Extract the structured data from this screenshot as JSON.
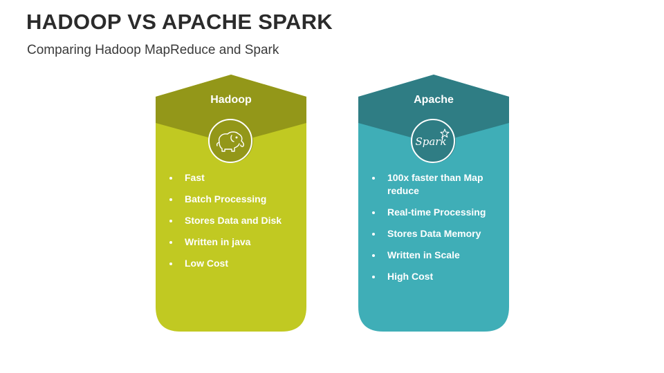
{
  "header": {
    "title": "HADOOP VS APACHE SPARK",
    "subtitle": "Comparing Hadoop MapReduce and Spark"
  },
  "colors": {
    "hadoop_top": "#939719",
    "hadoop_body": "#C1C922",
    "apache_top": "#2F7D84",
    "apache_body": "#3FAEB7"
  },
  "cards": [
    {
      "title": "Hadoop",
      "icon": "elephant-icon",
      "items": [
        "Fast",
        "Batch Processing",
        "Stores Data and Disk",
        "Written in java",
        "Low Cost"
      ]
    },
    {
      "title": "Apache",
      "icon": "spark-logo-icon",
      "logo_text": "Spark",
      "items": [
        "100x faster than Map reduce",
        "Real-time Processing",
        "Stores Data Memory",
        "Written in Scale",
        "High Cost"
      ]
    }
  ]
}
